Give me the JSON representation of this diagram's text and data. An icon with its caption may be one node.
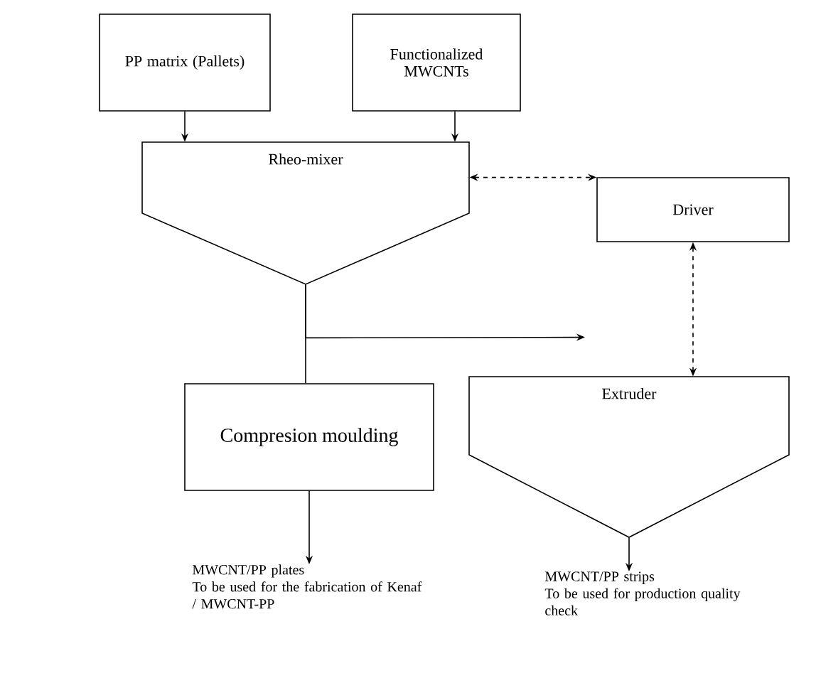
{
  "diagram": {
    "nodes": [
      {
        "text": [
          "PP matrix (Pallets)"
        ]
      },
      {
        "text": [
          "Functionalized MWCNTs"
        ]
      },
      {
        "text": [
          "Rheo-mixer"
        ]
      },
      {
        "text": [
          "Driver"
        ]
      },
      {
        "text": [
          "Compresion moulding"
        ]
      },
      {
        "text": [
          "Extruder"
        ]
      },
      {
        "text": [
          "MWCNT/PP plates",
          "To be used for the fabrication of Kenaf / MWCNT-PP"
        ]
      },
      {
        "text": [
          "MWCNT/PP strips",
          "To be used for production quality check"
        ]
      }
    ],
    "edges": [
      {
        "from": 0,
        "to": 2,
        "arrow": "to"
      },
      {
        "from": 1,
        "to": 2,
        "arrow": "to"
      },
      {
        "from": 2,
        "to": 3,
        "arrow": "both",
        "style": "dashed"
      },
      {
        "from": 3,
        "to": 5,
        "arrow": "both",
        "style": "dashed"
      },
      {
        "from": 2,
        "to": 4,
        "arrow": "none"
      },
      {
        "from": 2,
        "to": 5,
        "arrow": "to"
      },
      {
        "from": 4,
        "to": 6,
        "arrow": "to"
      },
      {
        "from": 5,
        "to": 7,
        "arrow": "to"
      }
    ]
  }
}
